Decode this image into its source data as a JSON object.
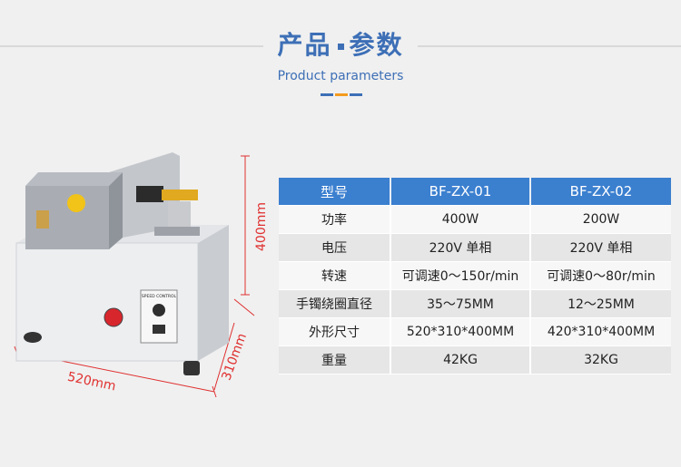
{
  "header": {
    "title_cn_left": "产品",
    "title_cn_right": "参数",
    "title_en": "Product parameters",
    "colors": {
      "accent": "#3d6fb6",
      "orange": "#f39a1e"
    }
  },
  "machine": {
    "dim_height": "400mm",
    "dim_depth": "310mm",
    "dim_width": "520mm",
    "panel_label": "SPEED CONTROL"
  },
  "table": {
    "headers": [
      "型号",
      "BF-ZX-01",
      "BF-ZX-02"
    ],
    "rows": [
      [
        "功率",
        "400W",
        "200W"
      ],
      [
        "电压",
        "220V 单相",
        "220V 单相"
      ],
      [
        "转速",
        "可调速0～150r/min",
        "可调速0～80r/min"
      ],
      [
        "手镯绕圈直径",
        "35～75MM",
        "12～25MM"
      ],
      [
        "外形尺寸",
        "520*310*400MM",
        "420*310*400MM"
      ],
      [
        "重量",
        "42KG",
        "32KG"
      ]
    ]
  }
}
